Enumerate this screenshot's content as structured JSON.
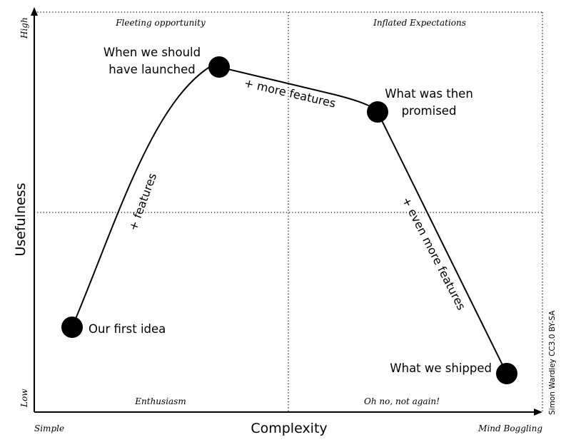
{
  "axes": {
    "x_title": "Complexity",
    "y_title": "Usefulness",
    "x_start": "Simple",
    "x_end": "Mind Boggling",
    "y_low": "Low",
    "y_high": "High"
  },
  "quadrants": {
    "top_left": "Fleeting opportunity",
    "top_right": "Inflated Expectations",
    "bottom_left": "Enthusiasm",
    "bottom_right": "Oh no, not again!"
  },
  "points": {
    "first_idea": "Our first idea",
    "should_launch_line1": "When we should",
    "should_launch_line2": "have launched",
    "promised_line1": "What was then",
    "promised_line2": "promised",
    "shipped": "What we shipped"
  },
  "segments": {
    "features": "+ features",
    "more_features": "+ more features",
    "even_more_features": "+ even more features"
  },
  "credit": "Simon Wardley CC3.0 BY-SA"
}
